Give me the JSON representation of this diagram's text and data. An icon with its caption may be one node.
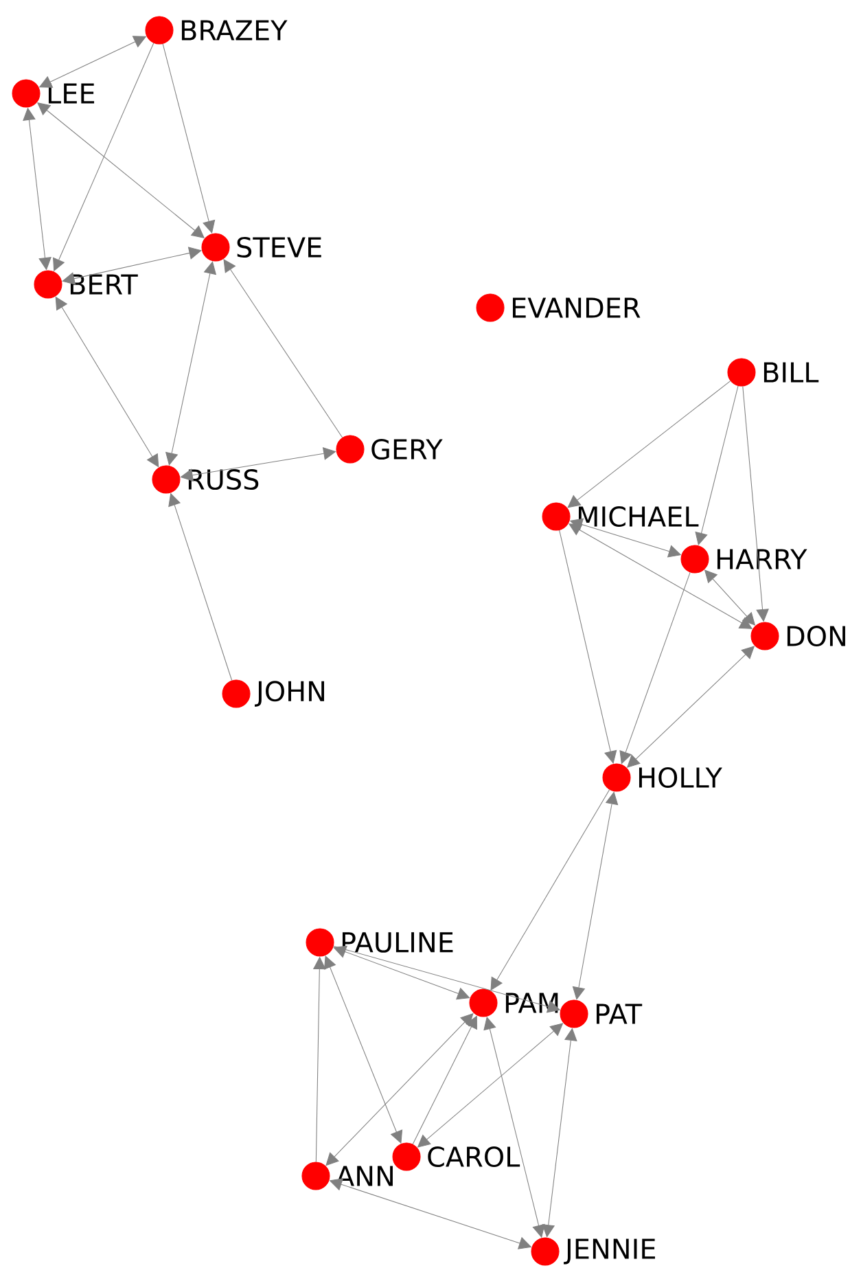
{
  "diagram": {
    "nodes": [
      {
        "text": [
          "BRAZEY"
        ]
      },
      {
        "text": [
          "LEE"
        ]
      },
      {
        "text": [
          "STEVE"
        ]
      },
      {
        "text": [
          "BERT"
        ]
      },
      {
        "text": [
          "EVANDER"
        ]
      },
      {
        "text": [
          "BILL"
        ]
      },
      {
        "text": [
          "GERY"
        ]
      },
      {
        "text": [
          "RUSS"
        ]
      },
      {
        "text": [
          "MICHAEL"
        ]
      },
      {
        "text": [
          "HARRY"
        ]
      },
      {
        "text": [
          "DON"
        ]
      },
      {
        "text": [
          "JOHN"
        ]
      },
      {
        "text": [
          "HOLLY"
        ]
      },
      {
        "text": [
          "PAULINE"
        ]
      },
      {
        "text": [
          "PAM"
        ]
      },
      {
        "text": [
          "PAT"
        ]
      },
      {
        "text": [
          "CAROL"
        ]
      },
      {
        "text": [
          "ANN"
        ]
      },
      {
        "text": [
          "JENNIE"
        ]
      }
    ],
    "edges": [
      {
        "from": 0,
        "to": 1,
        "arrow": "both"
      },
      {
        "from": 0,
        "to": 3,
        "arrow": "to"
      },
      {
        "from": 0,
        "to": 2,
        "arrow": "to"
      },
      {
        "from": 1,
        "to": 2,
        "arrow": "both"
      },
      {
        "from": 1,
        "to": 3,
        "arrow": "both"
      },
      {
        "from": 3,
        "to": 2,
        "arrow": "both"
      },
      {
        "from": 3,
        "to": 7,
        "arrow": "both"
      },
      {
        "from": 2,
        "to": 7,
        "arrow": "both"
      },
      {
        "from": 6,
        "to": 2,
        "arrow": "to"
      },
      {
        "from": 7,
        "to": 6,
        "arrow": "both"
      },
      {
        "from": 11,
        "to": 7,
        "arrow": "to"
      },
      {
        "from": 5,
        "to": 8,
        "arrow": "to"
      },
      {
        "from": 5,
        "to": 9,
        "arrow": "to"
      },
      {
        "from": 5,
        "to": 10,
        "arrow": "to"
      },
      {
        "from": 8,
        "to": 9,
        "arrow": "both"
      },
      {
        "from": 8,
        "to": 10,
        "arrow": "both"
      },
      {
        "from": 8,
        "to": 12,
        "arrow": "to"
      },
      {
        "from": 9,
        "to": 10,
        "arrow": "both"
      },
      {
        "from": 9,
        "to": 12,
        "arrow": "to"
      },
      {
        "from": 10,
        "to": 12,
        "arrow": "both"
      },
      {
        "from": 12,
        "to": 14,
        "arrow": "to"
      },
      {
        "from": 12,
        "to": 15,
        "arrow": "both"
      },
      {
        "from": 13,
        "to": 14,
        "arrow": "both"
      },
      {
        "from": 13,
        "to": 15,
        "arrow": "to"
      },
      {
        "from": 13,
        "to": 16,
        "arrow": "both"
      },
      {
        "from": 17,
        "to": 13,
        "arrow": "to"
      },
      {
        "from": 14,
        "to": 17,
        "arrow": "both"
      },
      {
        "from": 16,
        "to": 14,
        "arrow": "to"
      },
      {
        "from": 14,
        "to": 18,
        "arrow": "both"
      },
      {
        "from": 15,
        "to": 16,
        "arrow": "both"
      },
      {
        "from": 15,
        "to": 18,
        "arrow": "both"
      },
      {
        "from": 17,
        "to": 18,
        "arrow": "both"
      }
    ]
  }
}
